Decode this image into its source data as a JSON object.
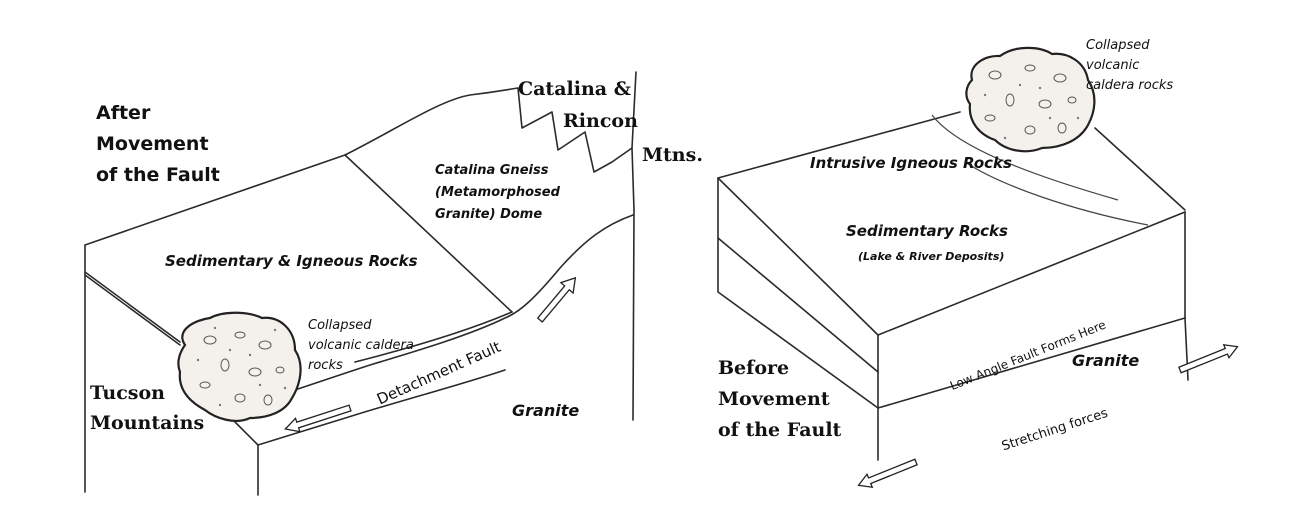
{
  "after": {
    "title_lines": [
      "After",
      "Movement",
      "of the Fault"
    ],
    "mountains_lines": [
      "Catalina &",
      "Rincon",
      "Mtns."
    ],
    "gneiss_lines": [
      "Catalina Gneiss",
      "(Metamorphosed",
      "Granite) Dome"
    ],
    "sed_igneous": "Sedimentary & Igneous Rocks",
    "caldera_lines": [
      "Collapsed",
      "volcanic caldera",
      "rocks"
    ],
    "tucson_lines": [
      "Tucson",
      "Mountains"
    ],
    "detachment": "Detachment Fault",
    "granite": "Granite"
  },
  "before": {
    "title_lines": [
      "Before",
      "Movement",
      "of the Fault"
    ],
    "caldera_lines": [
      "Collapsed",
      "volcanic",
      "caldera rocks"
    ],
    "intrusive": "Intrusive Igneous Rocks",
    "sedimentary": "Sedimentary Rocks",
    "deposits": "(Lake & River Deposits)",
    "low_angle": "Low Angle Fault Forms Here",
    "granite": "Granite",
    "stretching": "Stretching forces"
  }
}
